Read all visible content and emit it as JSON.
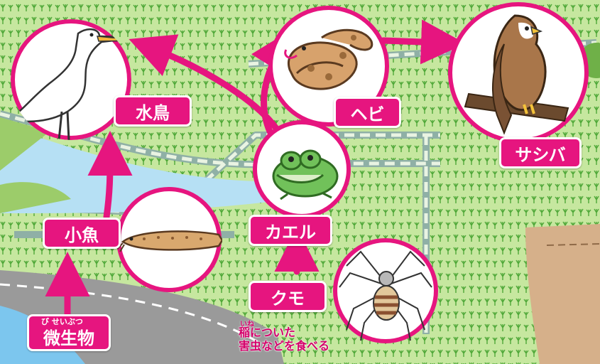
{
  "nodes": {
    "bird": {
      "label": "水鳥"
    },
    "snake": {
      "label": "ヘビ"
    },
    "hawk": {
      "label": "サシバ"
    },
    "frog": {
      "label": "カエル"
    },
    "fish": {
      "label": "小魚"
    },
    "spider": {
      "label": "クモ"
    },
    "microbe": {
      "label": "微生物",
      "ruby": "び せいぶつ"
    }
  },
  "note": {
    "line1": "稲についた",
    "line2": "害虫などを食べる",
    "ruby": "いね"
  },
  "colors": {
    "accent": "#e6157f",
    "field": "#cfe9a8",
    "water": "#b6e0f4",
    "road": "#9a9a9a",
    "dirt": "#d6b08a"
  }
}
